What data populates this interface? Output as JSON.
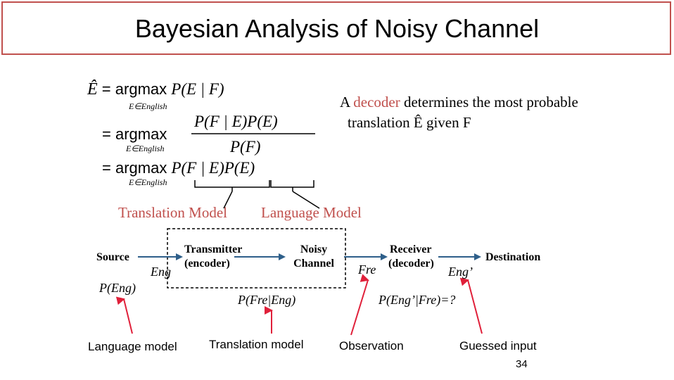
{
  "title": "Bayesian Analysis of Noisy Channel",
  "equation": {
    "line1_lhs": "Ê",
    "op_eq": "=",
    "argmax": "argmax",
    "line1_rhs": "P(E | F)",
    "line2_numerator": "P(F | E)P(E)",
    "line2_denominator": "P(F)",
    "line3_rhs": "P(F | E)P(E)",
    "subscript": "E∈English"
  },
  "callout": {
    "prefix": "A ",
    "highlight": "decoder",
    "line1_rest": " determines the most probable",
    "line2": "translation Ê given F"
  },
  "models": {
    "translation_model": "Translation Model",
    "language_model": "Language Model"
  },
  "flow": {
    "source": "Source",
    "eng": "Eng",
    "transmitter_line1": "Transmitter",
    "transmitter_line2": "(encoder)",
    "noisy_line1": "Noisy",
    "noisy_line2": "Channel",
    "fre": "Fre",
    "receiver_line1": "Receiver",
    "receiver_line2": "(decoder)",
    "eng_prime": "Eng’",
    "destination": "Destination",
    "p_eng": "P(Eng)",
    "p_fre_eng": "P(Fre|Eng)",
    "p_eng_fre": "P(Eng’|Fre)=?"
  },
  "bottom_labels": {
    "language_model": "Language model",
    "translation_model": "Translation model",
    "observation": "Observation",
    "guessed_input": "Guessed input"
  },
  "page_number": "34",
  "colors": {
    "accent": "#c0504d",
    "arrow": "#2e5f8a",
    "red_arrow": "#e0203a"
  }
}
